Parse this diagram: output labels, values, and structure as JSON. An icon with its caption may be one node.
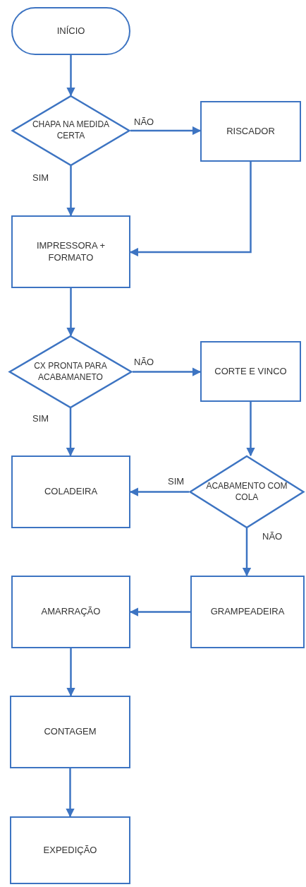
{
  "diagram": {
    "nodes": [
      {
        "text": [
          "INÍCIO"
        ]
      },
      {
        "text": [
          "CHAPA NA MEDIDA CERTA"
        ]
      },
      {
        "text": [
          "RISCADOR"
        ]
      },
      {
        "text": [
          "IMPRESSORA + FORMATO"
        ]
      },
      {
        "text": [
          "CX PRONTA PARA ACABAMANETO"
        ]
      },
      {
        "text": [
          "CORTE E VINCO"
        ]
      },
      {
        "text": [
          "ACABAMENTO COM COLA"
        ]
      },
      {
        "text": [
          "COLADEIRA"
        ]
      },
      {
        "text": [
          "AMARRAÇÃO"
        ]
      },
      {
        "text": [
          "GRAMPEADEIRA"
        ]
      },
      {
        "text": [
          "CONTAGEM"
        ]
      },
      {
        "text": [
          "EXPEDIÇÃO"
        ]
      }
    ],
    "edges": [
      {
        "from": 0,
        "to": 1,
        "arrow": "to"
      },
      {
        "from": 1,
        "to": 2,
        "arrow": "to",
        "label": "NÃO"
      },
      {
        "from": 1,
        "to": 3,
        "arrow": "to",
        "label": "SIM"
      },
      {
        "from": 2,
        "to": 3,
        "arrow": "to"
      },
      {
        "from": 3,
        "to": 4,
        "arrow": "to"
      },
      {
        "from": 4,
        "to": 5,
        "arrow": "to",
        "label": "NÃO"
      },
      {
        "from": 4,
        "to": 7,
        "arrow": "to",
        "label": "SIM"
      },
      {
        "from": 5,
        "to": 6,
        "arrow": "to"
      },
      {
        "from": 6,
        "to": 7,
        "arrow": "to",
        "label": "SIM"
      },
      {
        "from": 6,
        "to": 9,
        "arrow": "to",
        "label": "NÃO"
      },
      {
        "from": 9,
        "to": 8,
        "arrow": "to"
      },
      {
        "from": 8,
        "to": 10,
        "arrow": "to"
      },
      {
        "from": 10,
        "to": 11,
        "arrow": "to"
      }
    ]
  }
}
